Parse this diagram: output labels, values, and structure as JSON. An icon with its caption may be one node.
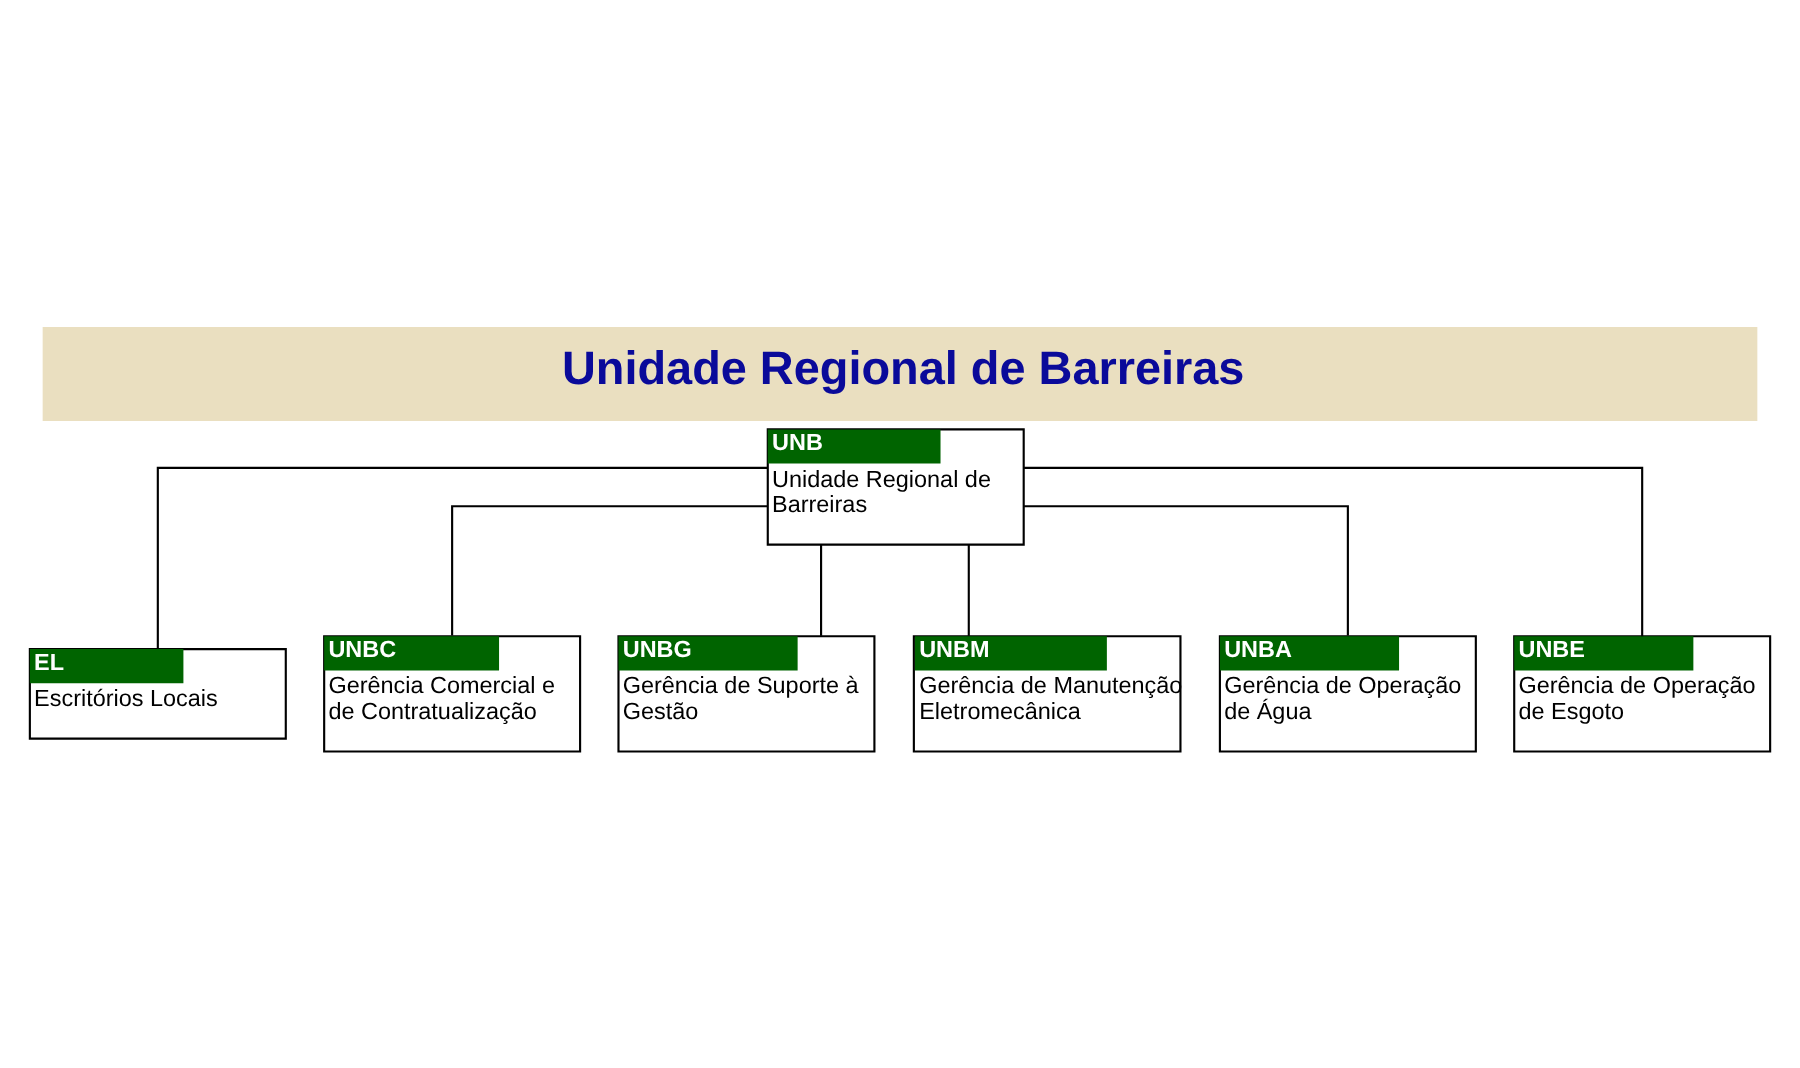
{
  "diagram": {
    "title": "Unidade Regional de Barreiras",
    "nodes": [
      {
        "text": [
          "UNB",
          "Unidade Regional de Barreiras"
        ]
      },
      {
        "text": [
          "EL",
          "Escritórios Locais"
        ]
      },
      {
        "text": [
          "UNBC",
          "Gerência Comercial e de Contratualização"
        ]
      },
      {
        "text": [
          "UNBG",
          "Gerência de Suporte à Gestão"
        ]
      },
      {
        "text": [
          "UNBM",
          "Gerência de Manutenção Eletromecânica"
        ]
      },
      {
        "text": [
          "UNBA",
          "Gerência de Operação de Água"
        ]
      },
      {
        "text": [
          "UNBE",
          "Gerência de Operação de Esgoto"
        ]
      }
    ],
    "edges": [
      {
        "from": 0,
        "to": 1,
        "arrow": "none"
      },
      {
        "from": 0,
        "to": 2,
        "arrow": "none"
      },
      {
        "from": 0,
        "to": 3,
        "arrow": "none"
      },
      {
        "from": 0,
        "to": 4,
        "arrow": "none"
      },
      {
        "from": 0,
        "to": 5,
        "arrow": "none"
      },
      {
        "from": 0,
        "to": 6,
        "arrow": "none"
      }
    ]
  }
}
